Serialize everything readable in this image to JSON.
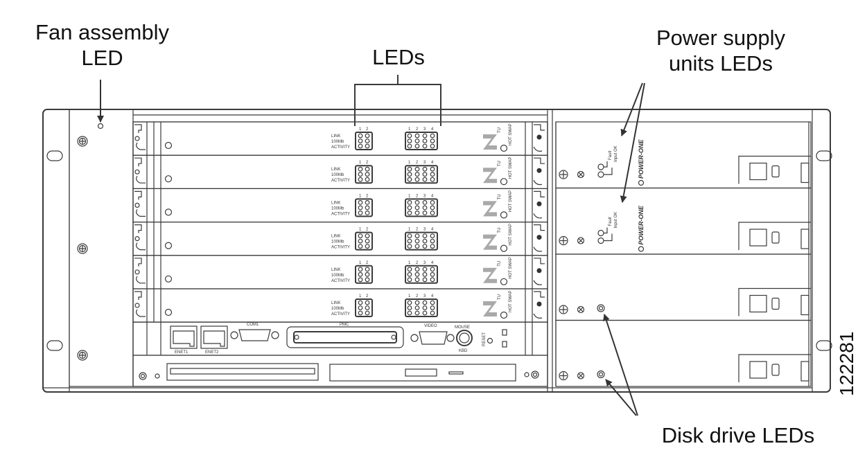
{
  "callouts": {
    "fan_led": {
      "line1": "Fan assembly",
      "line2": "LED"
    },
    "leds": "LEDs",
    "psu_leds": {
      "line1": "Power supply",
      "line2": "units LEDs"
    },
    "disk_leds": "Disk drive LEDs"
  },
  "figure_number": "122281",
  "card_labels": {
    "link": "LINK",
    "speed": "100Mb",
    "activity": "ACTIVITY",
    "port_small": [
      "1",
      "2"
    ],
    "port_large": [
      "1",
      "2",
      "3",
      "4"
    ],
    "hot_swap": "HOT SWAP",
    "tu": "TU"
  },
  "card_count": 6,
  "io_panel": {
    "com": "COM1",
    "pmc": "PMC",
    "video": "VIDEO",
    "mouse": "MOUSE",
    "kbd": "KBD",
    "reset": "RESET",
    "eth1": "ENET1",
    "eth2": "ENET2"
  },
  "psu": {
    "brand": "POWER-ONE",
    "fault": "Fault",
    "input_ok": "Input OK"
  },
  "colors": {
    "line": "#3a3a3a",
    "logo": "#a9a9a9",
    "text": "#111111"
  }
}
